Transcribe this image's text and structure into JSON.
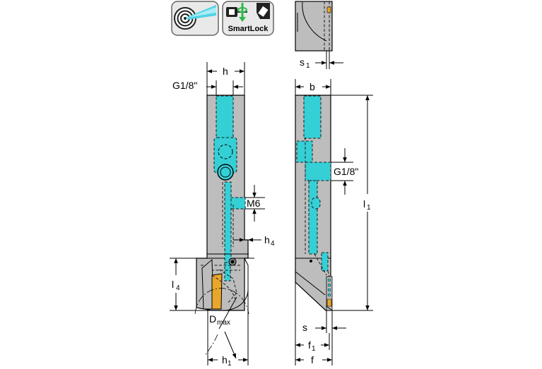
{
  "icons": [
    {
      "name": "coolant-through-icon",
      "label": ""
    },
    {
      "name": "smartlock-icon",
      "label": "SmartLock"
    }
  ],
  "dimensions": {
    "h": "h",
    "b": "b",
    "g_left": "G1/8\"",
    "g_right": "G1/8\"",
    "m6": "M6",
    "h4": "h",
    "h4_sub": "4",
    "l4": "l",
    "l4_sub": "4",
    "l1": "l",
    "l1_sub": "1",
    "d_max": "D",
    "d_max_sub": "max",
    "h1": "h",
    "h1_sub": "1",
    "s1": "s",
    "s1_sub": "1",
    "s": "s",
    "f1": "f",
    "f1_sub": "1",
    "f": "f"
  },
  "colors": {
    "body": "#bdbdbd",
    "coolant": "#35d0d6",
    "insert": "#e8a72a",
    "icon_bg": "#e9e9e9"
  }
}
